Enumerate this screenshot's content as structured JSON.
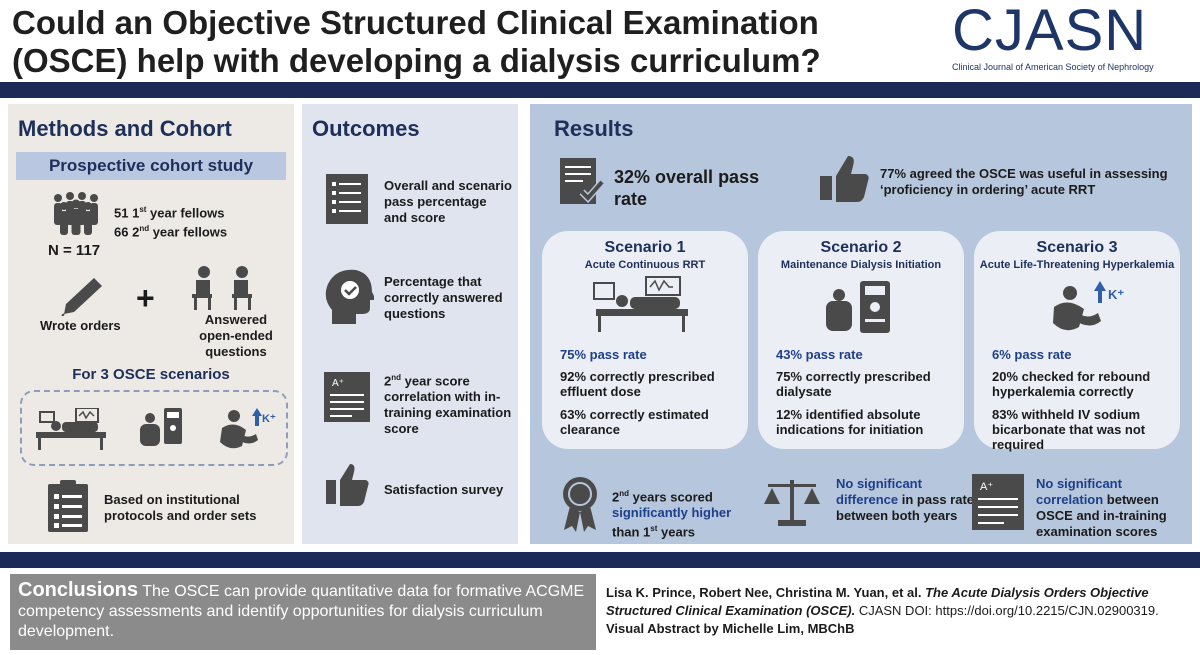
{
  "title": "Could an Objective Structured Clinical Examination (OSCE) help with developing a dialysis curriculum?",
  "logo": {
    "mark": "CJASN",
    "subtitle": "Clinical Journal of American Society of Nephrology"
  },
  "methods": {
    "heading": "Methods and Cohort",
    "study_type": "Prospective cohort study",
    "fellows_1_num": "51 1",
    "fellows_1_sup": "st",
    "fellows_1_rest": " year fellows",
    "fellows_2_num": "66 2",
    "fellows_2_sup": "nd",
    "fellows_2_rest": " year fellows",
    "n_total": "N = 117",
    "wrote_orders": "Wrote orders",
    "plus": "+",
    "answered": "Answered open-ended questions",
    "scenarios_label": "For 3 OSCE scenarios",
    "based_on": "Based on institutional protocols and order sets"
  },
  "outcomes": {
    "heading": "Outcomes",
    "items": [
      "Overall and scenario pass percentage and score",
      "Percentage that correctly answered questions",
      "year score correlation with in-training examination score",
      "Satisfaction survey"
    ],
    "item3_prefix": "2",
    "item3_sup": "nd"
  },
  "results": {
    "heading": "Results",
    "overall_pass": "32% overall pass rate",
    "agreed": "77% agreed the OSCE was useful in assessing ‘proficiency in ordering’ acute RRT",
    "scenarios": [
      {
        "title": "Scenario 1",
        "subtitle": "Acute Continuous RRT",
        "pass_rate": "75% pass rate",
        "finding_1": "92% correctly prescribed effluent dose",
        "finding_2": "63% correctly estimated clearance"
      },
      {
        "title": "Scenario 2",
        "subtitle": "Maintenance Dialysis Initiation",
        "pass_rate": "43% pass rate",
        "finding_1": "75% correctly prescribed dialysate",
        "finding_2": "12% identified absolute indications for initiation"
      },
      {
        "title": "Scenario 3",
        "subtitle": "Acute Life-Threatening Hyperkalemia",
        "pass_rate": "6% pass rate",
        "finding_1": "20% checked for rebound hyperkalemia correctly",
        "finding_2": "83% withheld IV sodium bicarbonate that was not required"
      }
    ],
    "bottom_1_prefix": "2",
    "bottom_1_sup": "nd",
    "bottom_1_a": " years scored",
    "bottom_1_b": "significantly higher",
    "bottom_1_c": "than 1",
    "bottom_1_sup2": "st",
    "bottom_1_d": " years",
    "bottom_2_a": "No significant difference",
    "bottom_2_b": " in pass rates between both years",
    "bottom_3_a": "No significant correlation",
    "bottom_3_b": " between OSCE and in-training examination scores",
    "k_label": "K⁺"
  },
  "conclusions": {
    "label": "Conclusions",
    "text": " The OSCE can provide quantitative data for formative ACGME competency assessments and identify opportunities for dialysis curriculum development."
  },
  "citation": {
    "authors": "Lisa K. Prince, Robert Nee, Christina M. Yuan, et al. ",
    "article": "The Acute Dialysis Orders Objective Structured Clinical Examination (OSCE).",
    "doi": " CJASN DOI: https://doi.org/10.2215/CJN.02900319.",
    "credit": " Visual Abstract by Michelle Lim, MBChB"
  },
  "colors": {
    "navy": "#1c2a57",
    "methods_bg": "#edeae6",
    "outcomes_bg": "#dfe4ef",
    "results_bg": "#b6c6dc",
    "conclusion_bg": "#8b8b8b"
  }
}
